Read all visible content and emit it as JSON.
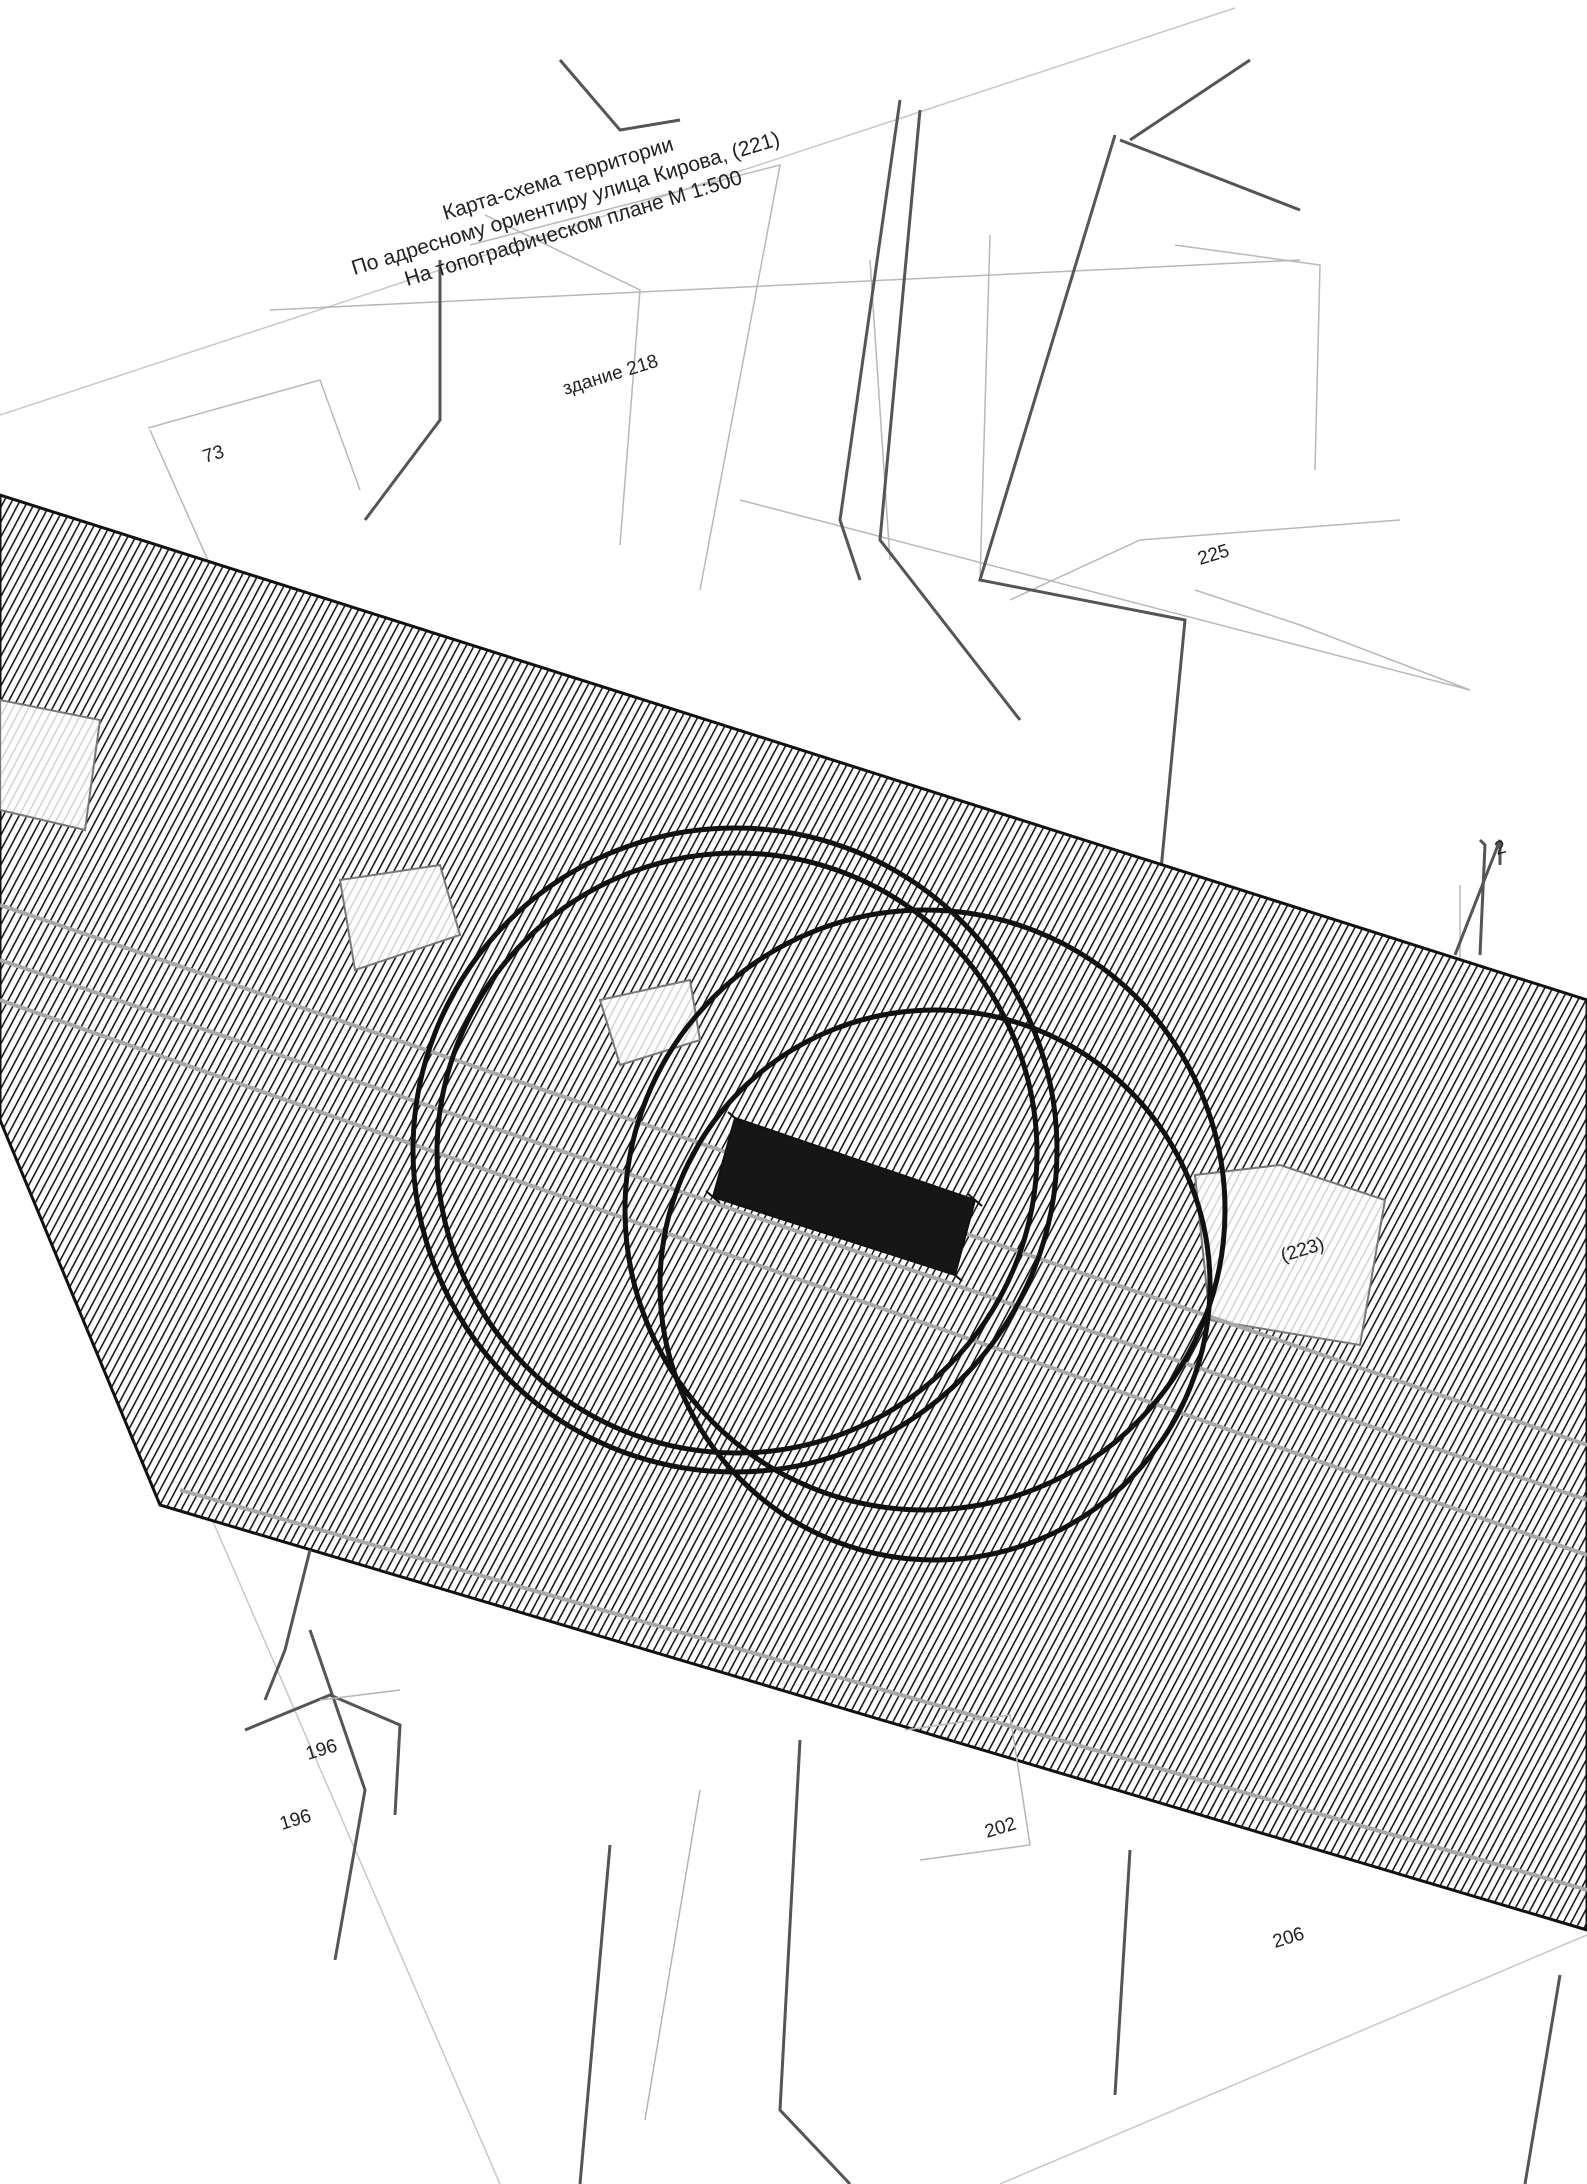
{
  "title": {
    "line1": "Карта-схема территории",
    "line2": "По адресному ориентиру улица Кирова, (221)",
    "line3": "На топографическом плане М 1:500"
  },
  "labels": {
    "building_218": "здание 218",
    "lot_73": "73",
    "lot_225": "225",
    "lot_2": "2",
    "lot_223": "(223)",
    "lot_196_a": "196",
    "lot_196_b": "196",
    "lot_202": "202",
    "lot_206": "206"
  },
  "colors": {
    "paper": "#ffffff",
    "ink": "#111111",
    "hatch": "#1a1a1a",
    "thin_line": "#666666",
    "faint_line": "#b5b5b5",
    "target_fill": "#161616"
  }
}
